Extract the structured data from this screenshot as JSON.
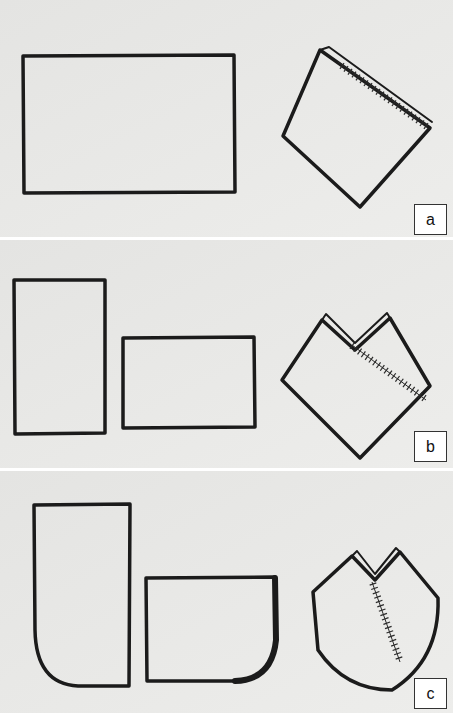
{
  "diagram": {
    "nodes": [
      {
        "text": [
          "a"
        ]
      },
      {
        "text": [
          "b"
        ]
      },
      {
        "text": [
          "c"
        ]
      }
    ]
  }
}
